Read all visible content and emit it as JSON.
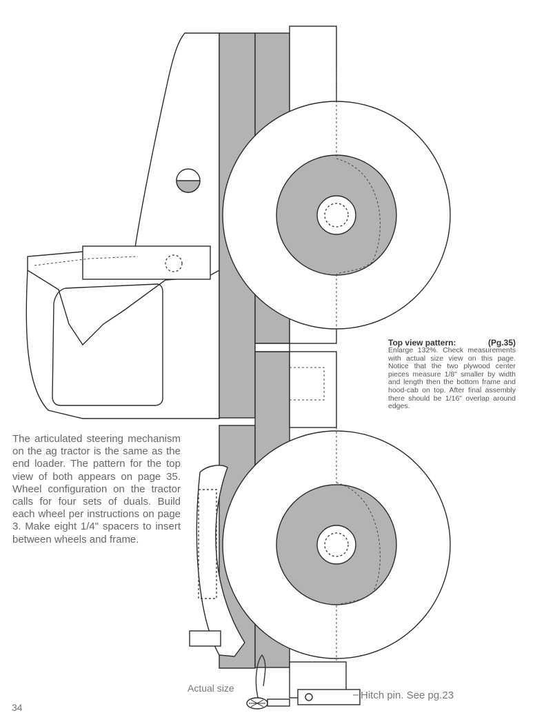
{
  "page": {
    "number": "34"
  },
  "pattern_note": {
    "heading": "Top view pattern:",
    "page_ref": "(Pg.35)",
    "body": "Enlarge 132%. Check measurements with actual size view on this page. Notice that the two plywood center pieces measure 1/8\" smaller by width and length then the bottom frame and hood-cab on top. After final assembly there should be 1/16\" overlap around edges."
  },
  "description": "The articulated steering mechanism on the ag tractor is the same as the end loader. The pattern for the top view of both appears on page 35. Wheel configuration on the tractor calls for four sets of duals. Build each wheel per instructions on page 3.  Make eight 1/4\" spacers to insert between wheels and frame.",
  "labels": {
    "actual_size": "Actual size",
    "hitch_pin": "Hitch pin. See pg.23"
  },
  "colors": {
    "line": "#2a2a2a",
    "shade": "#b3b3b3",
    "dashed": "#444444"
  }
}
